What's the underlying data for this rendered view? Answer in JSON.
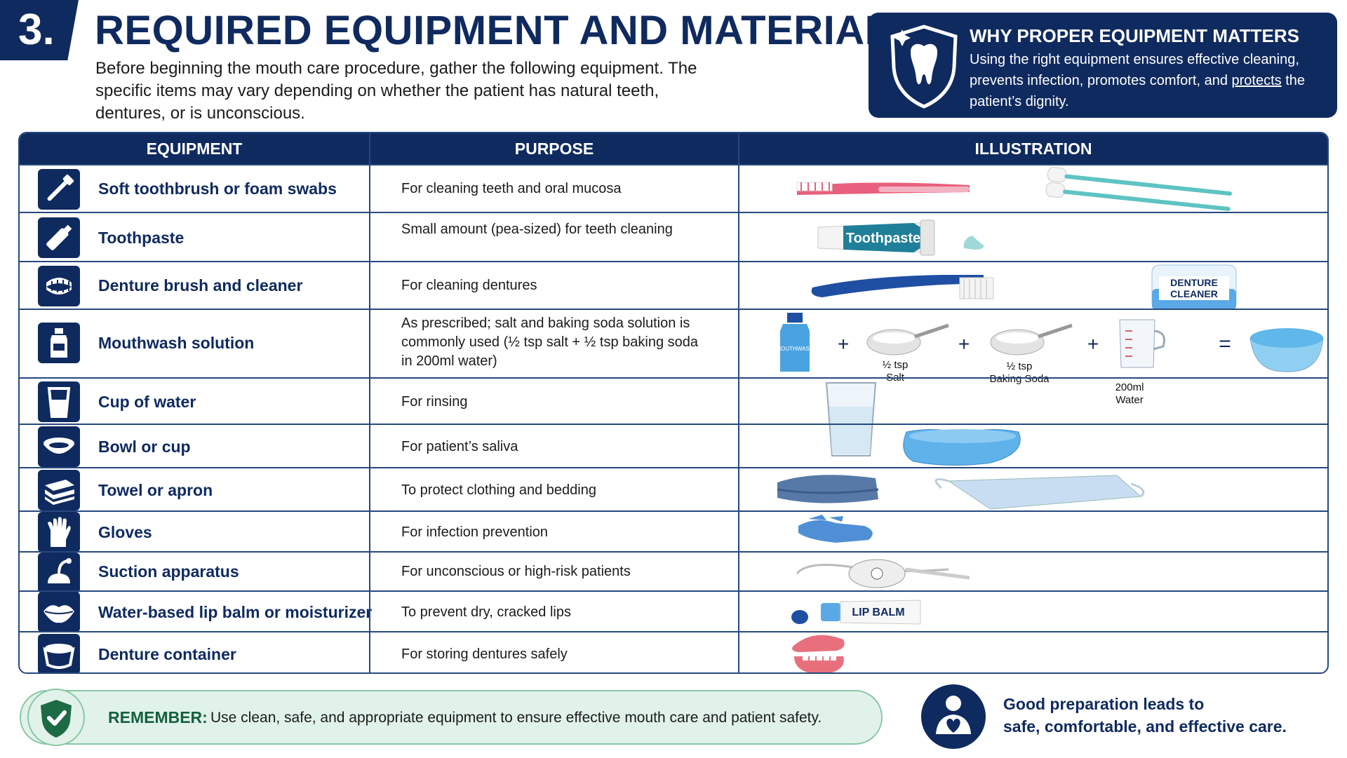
{
  "header": {
    "section_number": "3.",
    "title": "REQUIRED EQUIPMENT AND MATERIALS",
    "intro": "Before beginning the mouth care procedure, gather the following equipment. The specific items may vary depending on whether the patient has natural teeth, dentures, or is unconscious."
  },
  "why_box": {
    "title": "WHY PROPER EQUIPMENT MATTERS",
    "text_before": "Using the right equipment ensures effective cleaning, prevents infection, promotes comfort, and ",
    "underlined": "protects",
    "text_after": " the patient’s dignity.",
    "icon": "tooth-shield-icon"
  },
  "table": {
    "headers": [
      "EQUIPMENT",
      "PURPOSE",
      "ILLUSTRATION"
    ],
    "rows": [
      {
        "equipment": "Soft toothbrush or foam swabs",
        "purpose": "For cleaning teeth and oral mucosa",
        "icon": "toothbrush-icon"
      },
      {
        "equipment": "Toothpaste",
        "purpose": "Small amount (pea-sized) for teeth cleaning",
        "icon": "toothpaste-icon"
      },
      {
        "equipment": "Denture brush and cleaner",
        "purpose": "For cleaning dentures",
        "icon": "denture-icon"
      },
      {
        "equipment": "Mouthwash solution",
        "purpose": "As prescribed; salt and baking soda solution is commonly used (½ tsp salt + ½ tsp baking soda in 200ml water)",
        "icon": "bottle-icon"
      },
      {
        "equipment": "Cup of water",
        "purpose": "For rinsing",
        "icon": "cup-icon"
      },
      {
        "equipment": "Bowl or cup",
        "purpose": "For patient’s saliva",
        "icon": "bowl-icon"
      },
      {
        "equipment": "Towel or apron",
        "purpose": "To protect clothing and bedding",
        "icon": "towel-icon"
      },
      {
        "equipment": "Gloves",
        "purpose": "For infection prevention",
        "icon": "glove-icon"
      },
      {
        "equipment": "Suction apparatus",
        "purpose": "For unconscious or high-risk patients",
        "icon": "suction-icon"
      },
      {
        "equipment": "Water-based lip balm or moisturizer",
        "purpose": "To prevent dry, cracked lips",
        "icon": "lips-icon"
      },
      {
        "equipment": "Denture container",
        "purpose": "For storing dentures safely",
        "icon": "container-icon"
      }
    ]
  },
  "illustration_labels": {
    "toothpaste_tube": "Toothpaste",
    "denture_cleaner_line1": "DENTURE",
    "denture_cleaner_line2": "CLEANER",
    "mouthwash_bottle": "MOUTHWASH",
    "salt_line1": "½ tsp",
    "salt_line2": "Salt",
    "soda_line1": "½ tsp",
    "soda_line2": "Baking Soda",
    "water_line1": "200ml",
    "water_line2": "Water",
    "plus": "+",
    "equals": "=",
    "lip_balm": "LIP BALM"
  },
  "footer": {
    "remember_label": "REMEMBER:",
    "remember_text": "Use clean, safe, and appropriate equipment to ensure effective mouth care and patient safety.",
    "care_line1": "Good preparation leads to",
    "care_line2": "safe, comfortable, and effective care."
  },
  "colors": {
    "navy": "#0f2a5f",
    "green": "#14603e",
    "green_bg": "#e1f2ea"
  }
}
